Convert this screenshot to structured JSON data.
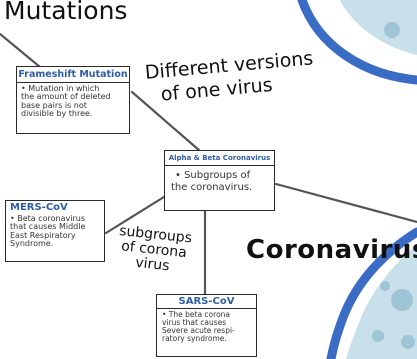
{
  "colors": {
    "ring": "#3a6cc6",
    "lines": "#555555",
    "title_blue": "#2f5da8",
    "virus_fill": "#c7e0ea",
    "virus_spot": "#9ec4d6"
  },
  "labels": {
    "mutations": "Mutations",
    "different_versions_line1": "Different versions",
    "different_versions_line2": "of one virus",
    "subgroups_line1": "subgroups",
    "subgroups_line2": "of corona",
    "subgroups_line3": "virus",
    "coronavirus": "Coronavirus"
  },
  "boxes": {
    "frameshift": {
      "title": "Frameshift Mutation",
      "lines": [
        "• Mutation in which",
        "the amount of deleted",
        "base pairs is not",
        "divisible by three."
      ]
    },
    "alpha_beta": {
      "title": "Alpha & Beta Coronavirus",
      "lines": [
        "• Subgroups of",
        "the coronavirus."
      ]
    },
    "mers": {
      "title": "MERS-CoV",
      "lines": [
        "• Beta coronavirus",
        "that causes Middle",
        "East Respiratory",
        "Syndrome."
      ]
    },
    "sars": {
      "title": "SARS-CoV",
      "lines": [
        "• The beta corona",
        "virus that causes",
        "Severe acute respi-",
        "ratory syndrome."
      ]
    }
  }
}
